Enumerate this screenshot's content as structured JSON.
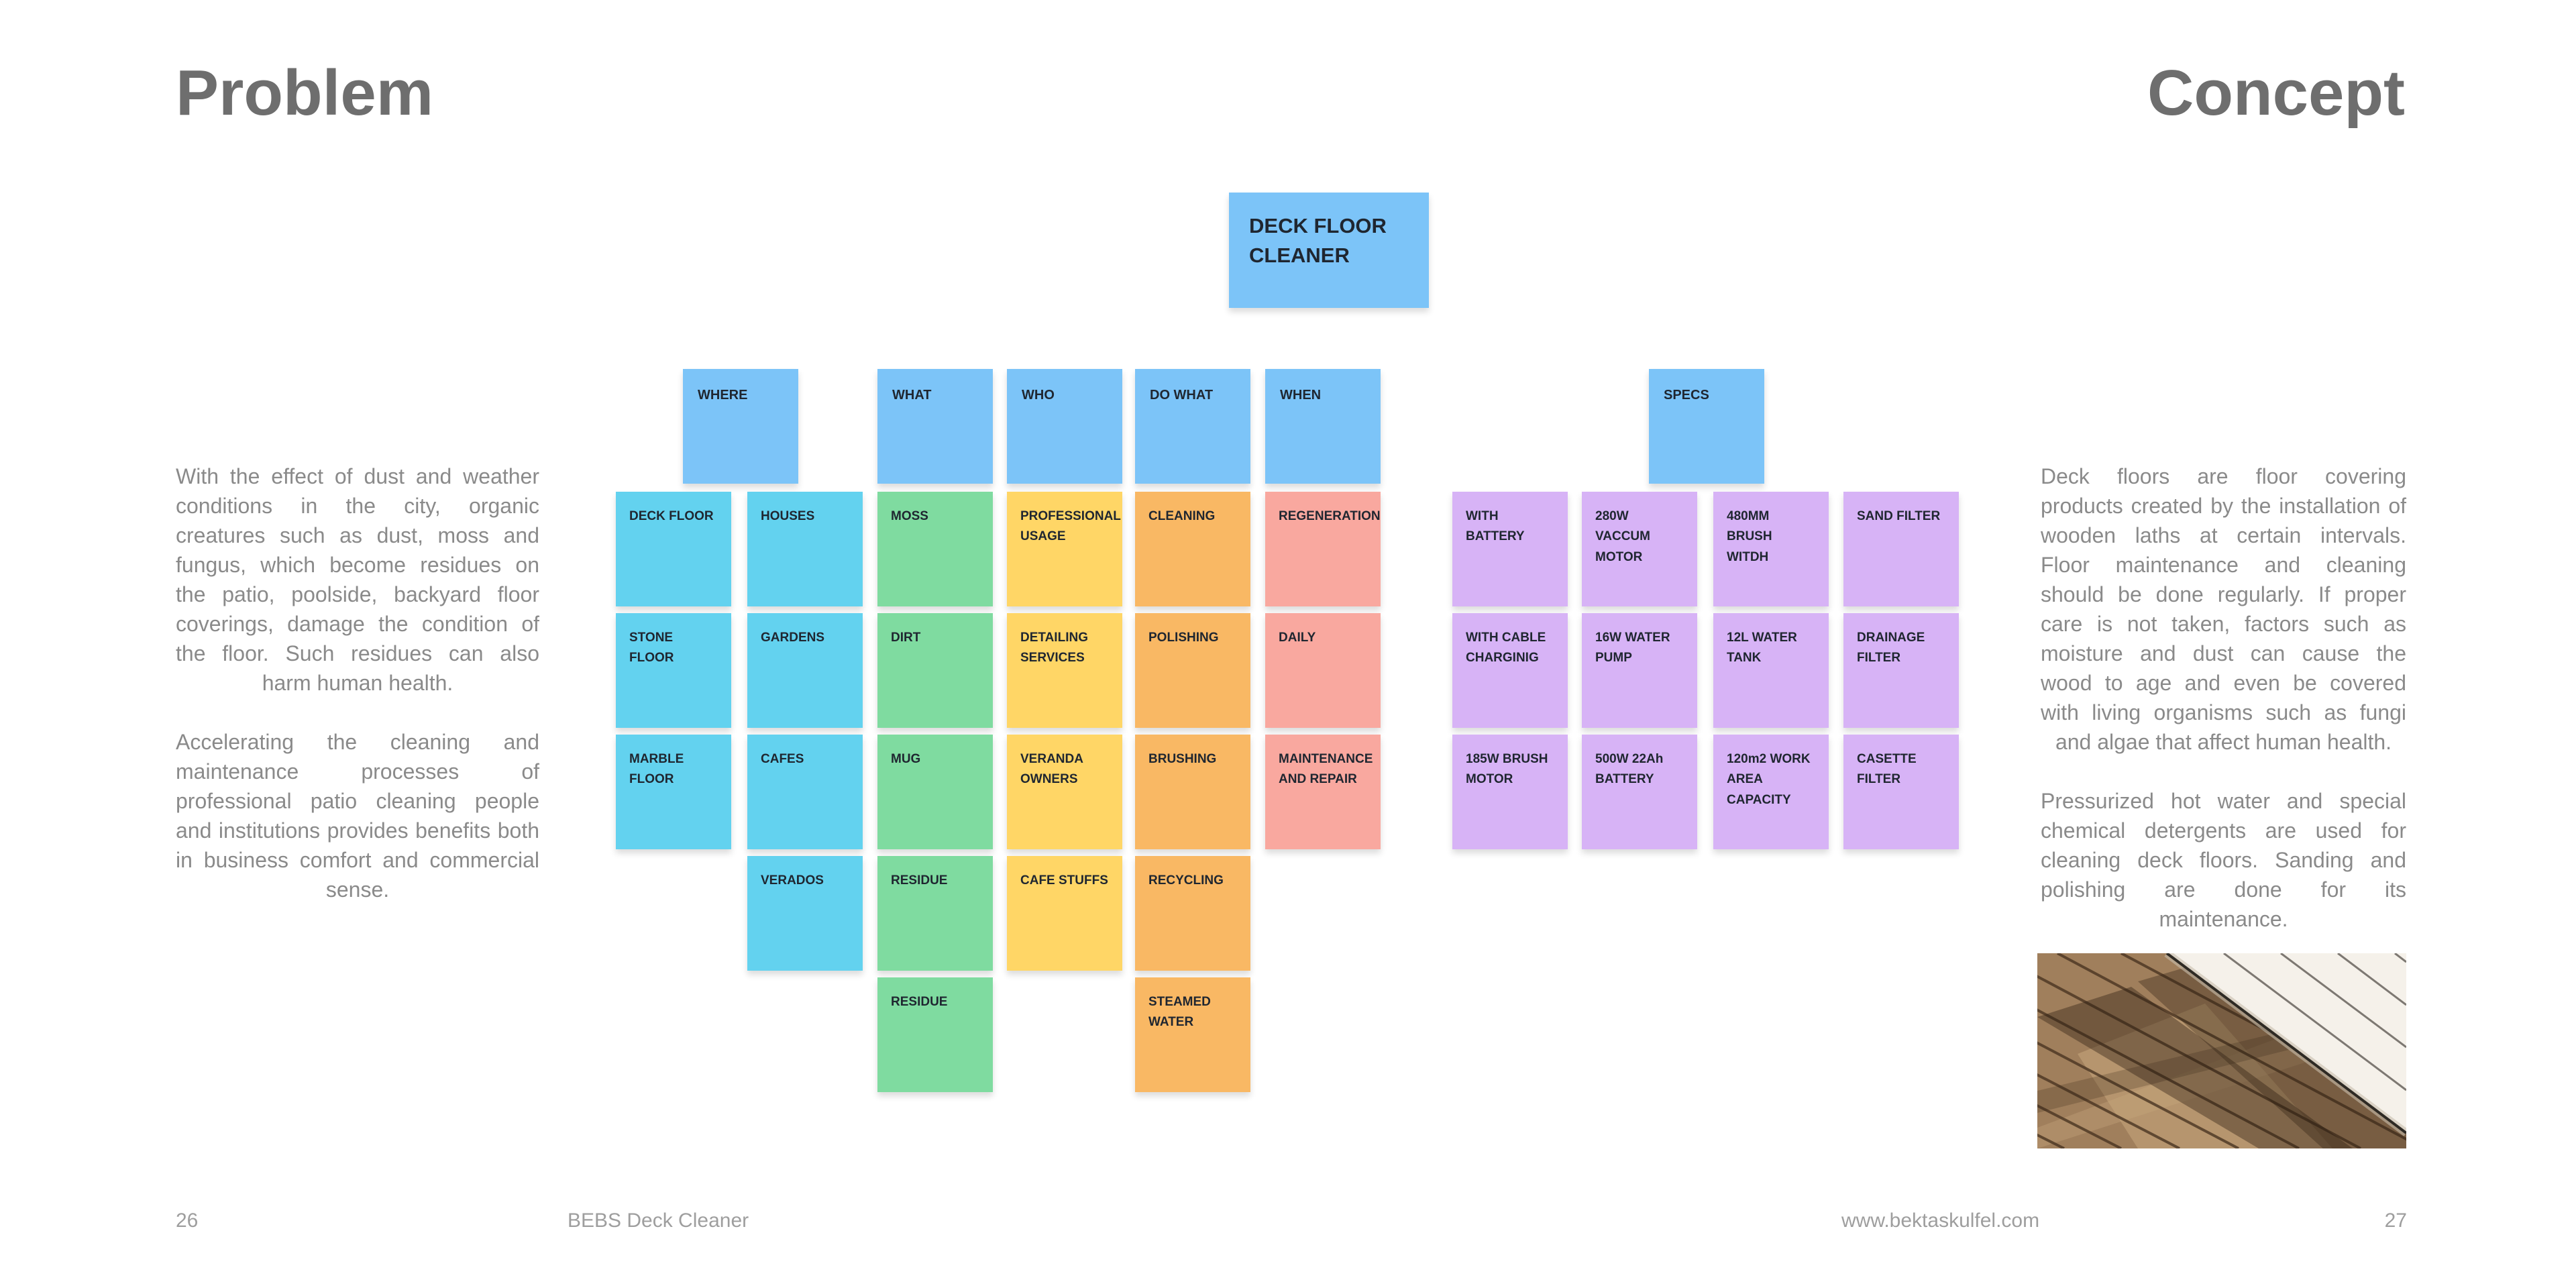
{
  "titles": {
    "left": "Problem",
    "right": "Concept"
  },
  "paragraphs": {
    "left_1": "With the effect of dust and weather conditions in the city, organic creatures such as dust, moss and fungus, which become residues on the patio, poolside, backyard floor coverings, damage the condition of the floor. Such residues can also harm human health.",
    "left_2": "Accelerating the cleaning and maintenance processes of professional patio cleaning people and institutions provides benefits both in business comfort and commercial sense.",
    "right_1": "Deck floors are floor covering products created by the installation of wooden laths at certain intervals. Floor maintenance and cleaning should be done regularly. If proper care is not taken, factors such as moisture and dust can cause the wood to age and even be covered with living organisms such as fungi and algae that affect human health.",
    "right_2": "Pressurized hot water and special chemical detergents are used for cleaning deck floors. Sanding and polishing are done for its maintenance."
  },
  "footer": {
    "page_left": "26",
    "project_name": "BEBS Deck Cleaner",
    "website": "www.bektaskulfel.com",
    "page_right": "27"
  },
  "colors": {
    "header_blue": "#7CC4F8",
    "cyan": "#63D2EF",
    "green": "#7FDBA0",
    "yellow": "#FFD666",
    "orange": "#F9B864",
    "salmon": "#F9A89F",
    "purple": "#D7B3F6",
    "note_text": "#1F2630"
  },
  "board": {
    "root": {
      "label": "DECK FLOOR CLEANER",
      "color": "header_blue"
    },
    "headers": [
      {
        "label": "WHERE",
        "color": "header_blue"
      },
      {
        "label": "WHAT",
        "color": "header_blue"
      },
      {
        "label": "WHO",
        "color": "header_blue"
      },
      {
        "label": "DO WHAT",
        "color": "header_blue"
      },
      {
        "label": "WHEN",
        "color": "header_blue"
      },
      {
        "label": "SPECS",
        "color": "header_blue"
      }
    ],
    "notes": [
      {
        "label": "DECK FLOOR",
        "col": 0,
        "row": 0,
        "color": "cyan"
      },
      {
        "label": "STONE FLOOR",
        "col": 0,
        "row": 1,
        "color": "cyan"
      },
      {
        "label": "MARBLE FLOOR",
        "col": 0,
        "row": 2,
        "color": "cyan"
      },
      {
        "label": "HOUSES",
        "col": 1,
        "row": 0,
        "color": "cyan"
      },
      {
        "label": "GARDENS",
        "col": 1,
        "row": 1,
        "color": "cyan"
      },
      {
        "label": "CAFES",
        "col": 1,
        "row": 2,
        "color": "cyan"
      },
      {
        "label": "VERADOS",
        "col": 1,
        "row": 3,
        "color": "cyan"
      },
      {
        "label": "MOSS",
        "col": 2,
        "row": 0,
        "color": "green"
      },
      {
        "label": "DIRT",
        "col": 2,
        "row": 1,
        "color": "green"
      },
      {
        "label": "MUG",
        "col": 2,
        "row": 2,
        "color": "green"
      },
      {
        "label": "RESIDUE",
        "col": 2,
        "row": 3,
        "color": "green"
      },
      {
        "label": "RESIDUE",
        "col": 2,
        "row": 4,
        "color": "green"
      },
      {
        "label": "PROFESSIONAL USAGE",
        "col": 3,
        "row": 0,
        "color": "yellow"
      },
      {
        "label": "DETAILING SERVICES",
        "col": 3,
        "row": 1,
        "color": "yellow"
      },
      {
        "label": "VERANDA OWNERS",
        "col": 3,
        "row": 2,
        "color": "yellow"
      },
      {
        "label": "CAFE STUFFS",
        "col": 3,
        "row": 3,
        "color": "yellow"
      },
      {
        "label": "CLEANING",
        "col": 4,
        "row": 0,
        "color": "orange"
      },
      {
        "label": "POLISHING",
        "col": 4,
        "row": 1,
        "color": "orange"
      },
      {
        "label": "BRUSHING",
        "col": 4,
        "row": 2,
        "color": "orange"
      },
      {
        "label": "RECYCLING",
        "col": 4,
        "row": 3,
        "color": "orange"
      },
      {
        "label": "STEAMED WATER",
        "col": 4,
        "row": 4,
        "color": "orange"
      },
      {
        "label": "REGENERATION",
        "col": 5,
        "row": 0,
        "color": "salmon"
      },
      {
        "label": "DAILY",
        "col": 5,
        "row": 1,
        "color": "salmon"
      },
      {
        "label": "MAINTENANCE AND REPAIR",
        "col": 5,
        "row": 2,
        "color": "salmon"
      },
      {
        "label": "WITH BATTERY",
        "col": 6,
        "row": 0,
        "color": "purple"
      },
      {
        "label": "WITH CABLE CHARGINIG",
        "col": 6,
        "row": 1,
        "color": "purple"
      },
      {
        "label": "185W BRUSH MOTOR",
        "col": 6,
        "row": 2,
        "color": "purple"
      },
      {
        "label": "280W VACCUM MOTOR",
        "col": 7,
        "row": 0,
        "color": "purple"
      },
      {
        "label": "16W WATER PUMP",
        "col": 7,
        "row": 1,
        "color": "purple"
      },
      {
        "label": "500W 22Ah BATTERY",
        "col": 7,
        "row": 2,
        "color": "purple"
      },
      {
        "label": "480MM BRUSH WITDH",
        "col": 8,
        "row": 0,
        "color": "purple"
      },
      {
        "label": "12L WATER TANK",
        "col": 8,
        "row": 1,
        "color": "purple"
      },
      {
        "label": "120m2 WORK AREA CAPACITY",
        "col": 8,
        "row": 2,
        "color": "purple"
      },
      {
        "label": "SAND FILTER",
        "col": 9,
        "row": 0,
        "color": "purple"
      },
      {
        "label": "DRAINAGE FILTER",
        "col": 9,
        "row": 1,
        "color": "purple"
      },
      {
        "label": "CASETTE FILTER",
        "col": 9,
        "row": 2,
        "color": "purple"
      }
    ]
  }
}
